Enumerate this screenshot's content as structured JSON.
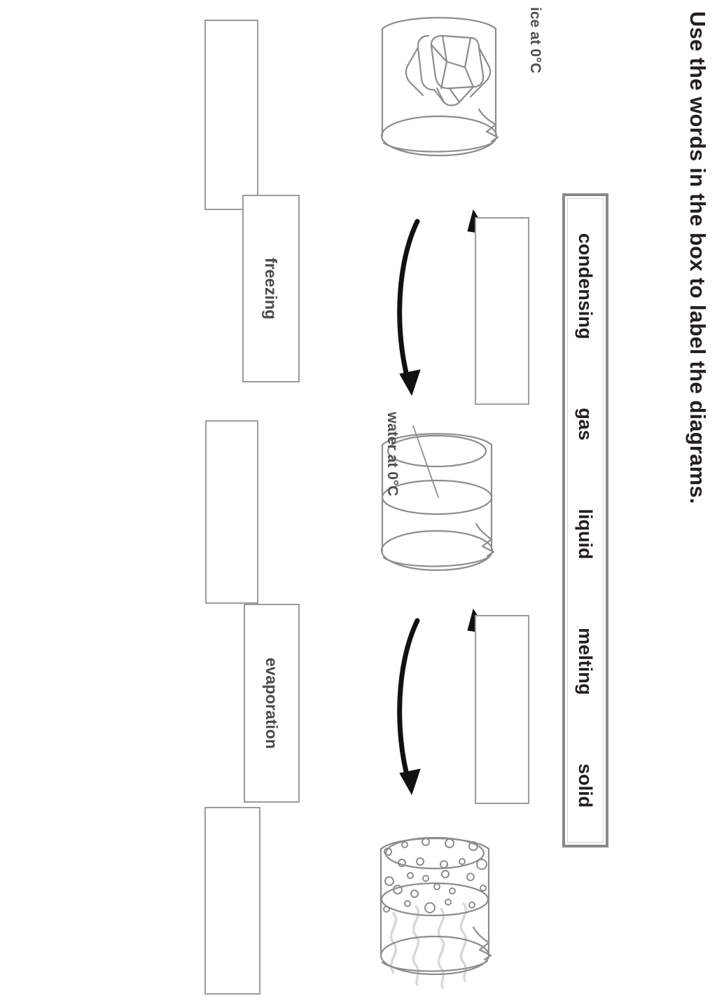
{
  "page": {
    "headline": "Use the words in the box to label the diagrams.",
    "background_color": "#ffffff",
    "ink_color": "#231f20",
    "line_color": "#9b9b9b",
    "arrow_color": "#111111"
  },
  "word_bank": {
    "words": [
      "condensing",
      "gas",
      "liquid",
      "melting",
      "solid"
    ]
  },
  "diagrams": [
    {
      "id": "ice-beaker",
      "side_label": "ice at 0°C",
      "contents": "solid ice block inside beaker",
      "answer_box_value": ""
    },
    {
      "id": "water-beaker",
      "side_label": "water at 0°C",
      "contents": "liquid water filling lower part of beaker",
      "answer_box_value": ""
    },
    {
      "id": "steam-beaker",
      "side_label": "",
      "contents": "boiling water with bubbles and steam",
      "answer_box_value": ""
    }
  ],
  "transitions": [
    {
      "id": "ice-water",
      "up_box_value": "",
      "down_box_value": "freezing"
    },
    {
      "id": "water-steam",
      "up_box_value": "",
      "down_box_value": "evaporation"
    }
  ],
  "answer_boxes": [
    {
      "id": "state-1",
      "value": ""
    },
    {
      "id": "state-2",
      "value": ""
    },
    {
      "id": "state-3",
      "value": ""
    },
    {
      "id": "change-1-up",
      "value": ""
    },
    {
      "id": "change-1-down",
      "value": "freezing"
    },
    {
      "id": "change-2-up",
      "value": ""
    },
    {
      "id": "change-2-down",
      "value": "evaporation"
    }
  ]
}
